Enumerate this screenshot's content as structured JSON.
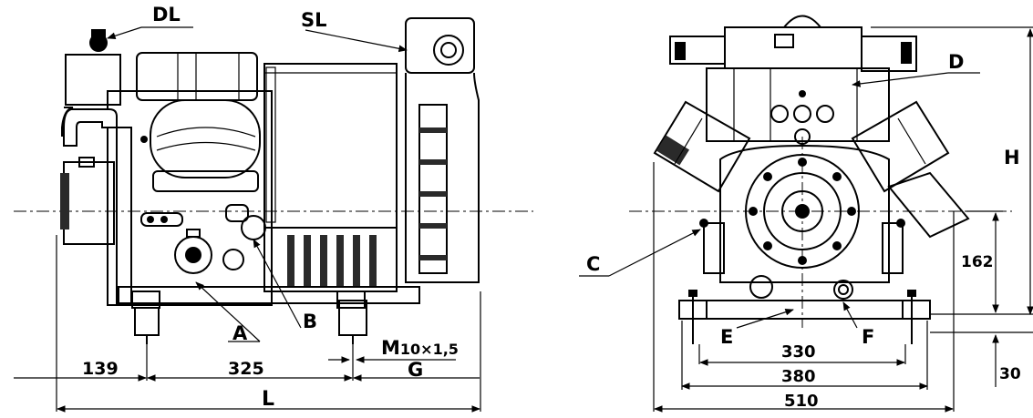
{
  "side_view": {
    "callouts": {
      "dl": "DL",
      "sl": "SL",
      "a": "A",
      "b": "B"
    },
    "thread": {
      "main": "M",
      "sub": "10×1,5"
    },
    "dims": {
      "d139": "139",
      "d325": "325",
      "g": "G",
      "l": "L"
    }
  },
  "front_view": {
    "callouts": {
      "c": "C",
      "d": "D",
      "e": "E",
      "f": "F"
    },
    "dims": {
      "h": "H",
      "d162": "162",
      "d330": "330",
      "d380": "380",
      "d510": "510",
      "d30": "30"
    }
  }
}
